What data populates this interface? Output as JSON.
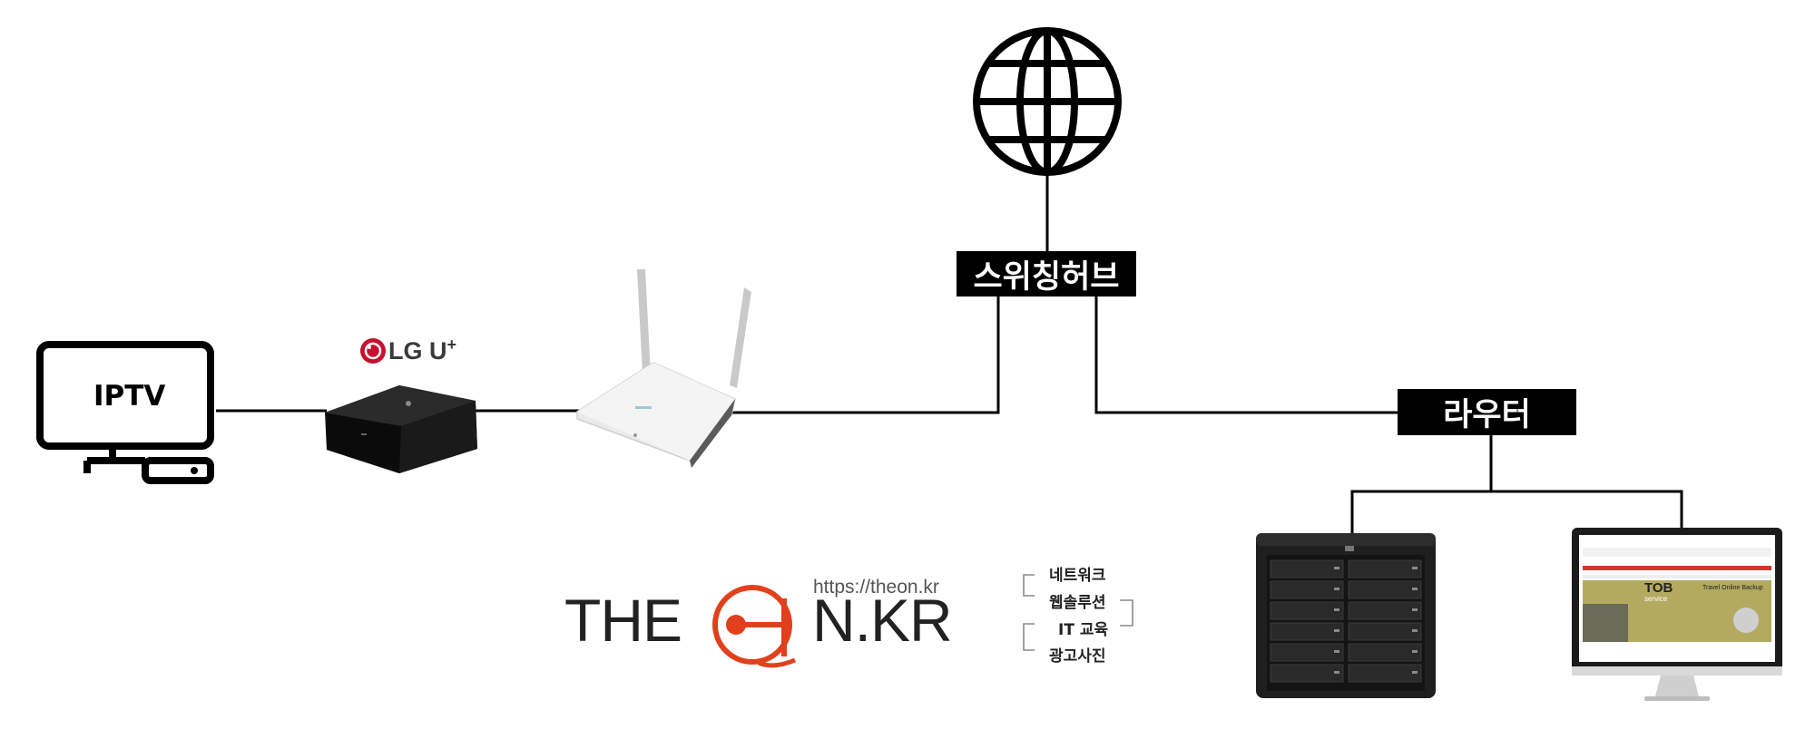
{
  "nodes": {
    "switching_hub": "스위칭허브",
    "router": "라우터",
    "iptv": "IPTV"
  },
  "brand": {
    "lg_text": "LG U",
    "lg_plus": "+",
    "the_text": "THE",
    "nkr_text": "N.KR",
    "url": "https://theon.kr",
    "menu": [
      "네트워크",
      "웹솔루션",
      "IT 교육",
      "광고사진"
    ]
  },
  "monitor_screen": {
    "brand": "TOB",
    "sub": "service",
    "tagline": "Travel Online Backup"
  },
  "colors": {
    "accent": "#e1401c",
    "line": "#000000",
    "label_bg": "#000000"
  }
}
